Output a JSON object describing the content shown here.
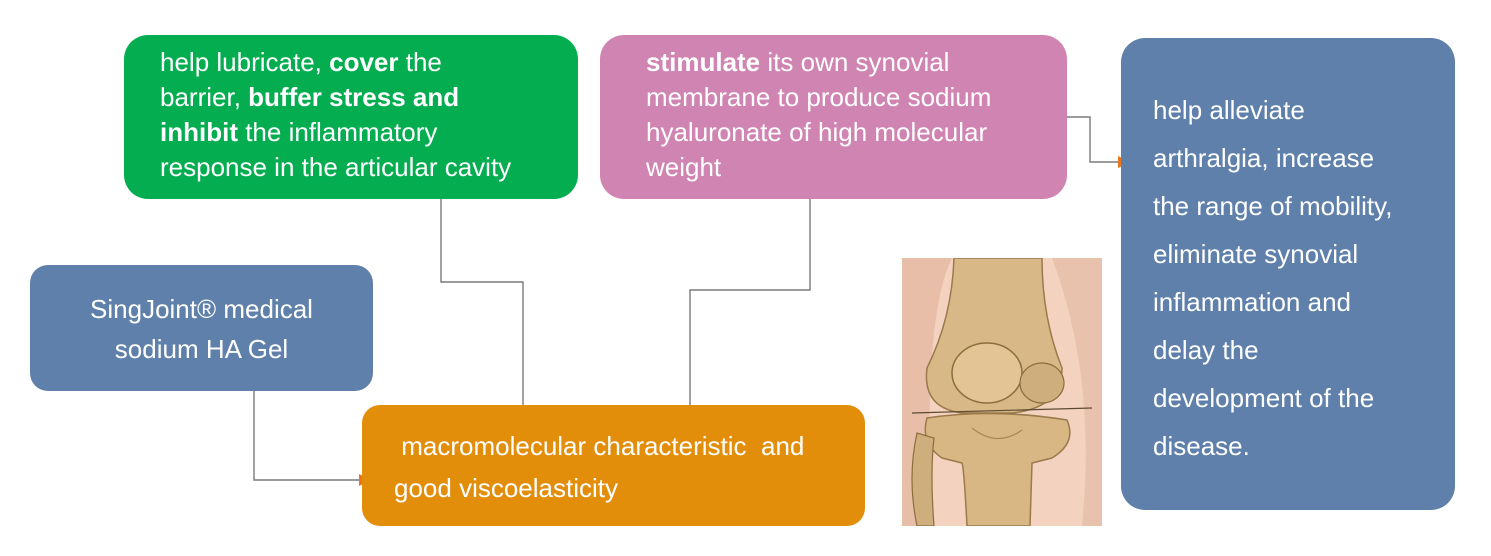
{
  "green_box": {
    "l1a": "help lubricate, ",
    "l1b": "cover",
    "l1c": " the",
    "l2a": "barrier, ",
    "l2b": "buffer stress and",
    "l3a": "inhibit",
    "l3b": " the inflammatory",
    "l4": "response in the articular cavity"
  },
  "pink_box": {
    "l1a": "stimulate",
    "l1b": " its own synovial",
    "l2": "membrane to produce sodium",
    "l3": "hyaluronate of high molecular",
    "l4": "weight"
  },
  "right_box": {
    "lines": [
      "help alleviate",
      "arthralgia, increase",
      "the range of mobility,",
      "eliminate synovial",
      "inflammation and",
      "delay the",
      "development of the",
      "disease."
    ]
  },
  "singjoint_box": {
    "l1": "SingJoint® medical",
    "l2": "sodium HA Gel"
  },
  "orange_box": {
    "l1": " macromolecular characteristic  and",
    "l2": "good viscoelasticity"
  },
  "colors": {
    "green": "#04ae50",
    "pink": "#d084b2",
    "blue": "#5f80aa",
    "orange": "#e38e0a",
    "arrow": "#e8761e",
    "line": "#777777"
  },
  "illustration": "knee-joint-anatomy"
}
